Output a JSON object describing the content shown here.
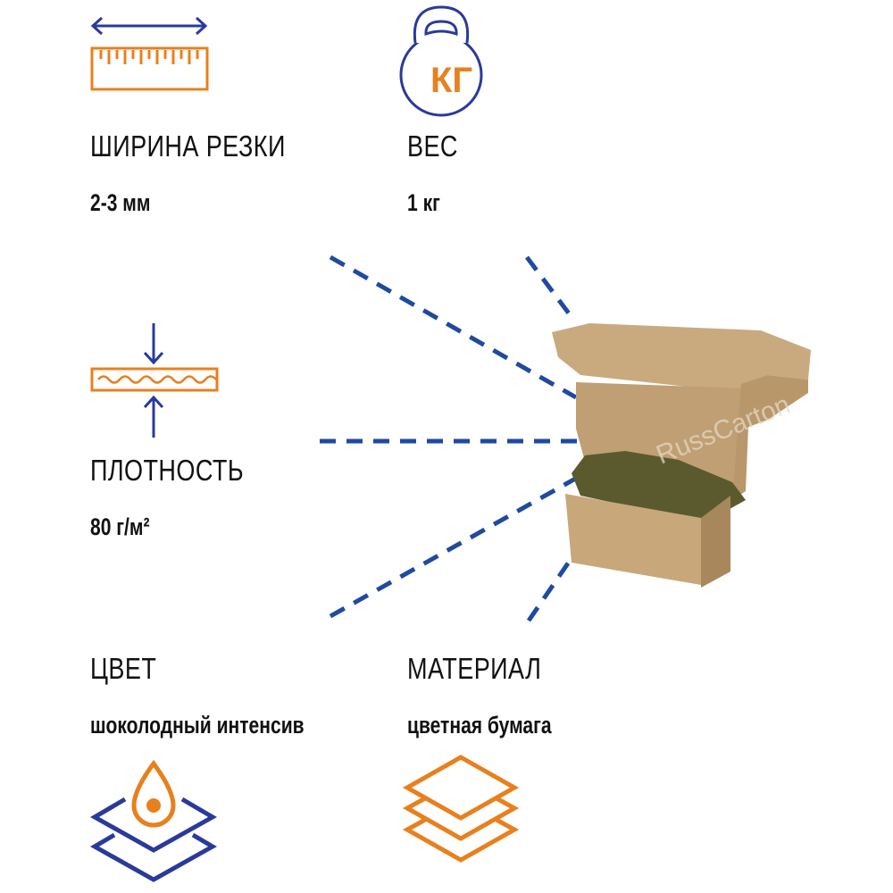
{
  "colors": {
    "blue": "#2a3a9a",
    "orange": "#e8801e",
    "dash": "#1f4aa0",
    "cardboard": "#c4a47a"
  },
  "specs": {
    "cut_width": {
      "label": "ШИРИНА РЕЗКИ",
      "value": "2-3 мм",
      "icon": "ruler-icon"
    },
    "weight": {
      "label": "ВЕС",
      "value": "1 кг",
      "icon": "kettlebell-icon",
      "icon_text": "КГ"
    },
    "density": {
      "label": "ПЛОТНОСТЬ",
      "value": "80 г/м²",
      "icon": "thickness-icon"
    },
    "color": {
      "label": "ЦВЕТ",
      "value": "шоколодный интенсив",
      "icon": "paint-drop-icon"
    },
    "material": {
      "label": "МАТЕРИАЛ",
      "value": "цветная бумага",
      "icon": "layers-icon"
    }
  },
  "product": {
    "watermark": "RussCarton"
  }
}
